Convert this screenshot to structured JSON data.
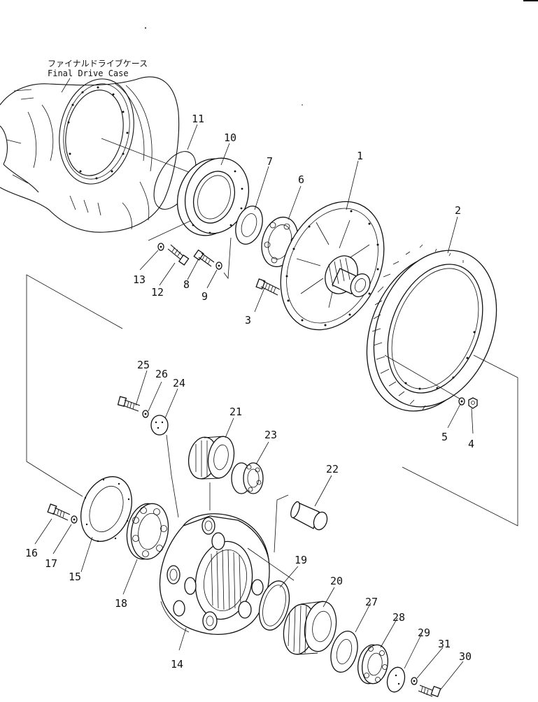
{
  "caption": {
    "jp": "ファイナルドライブケース",
    "en": "Final Drive Case"
  },
  "callouts": [
    "1",
    "2",
    "3",
    "4",
    "5",
    "6",
    "7",
    "8",
    "9",
    "10",
    "11",
    "12",
    "13",
    "14",
    "15",
    "16",
    "17",
    "18",
    "19",
    "20",
    "21",
    "22",
    "23",
    "24",
    "25",
    "26",
    "27",
    "28",
    "29",
    "30",
    "31"
  ]
}
